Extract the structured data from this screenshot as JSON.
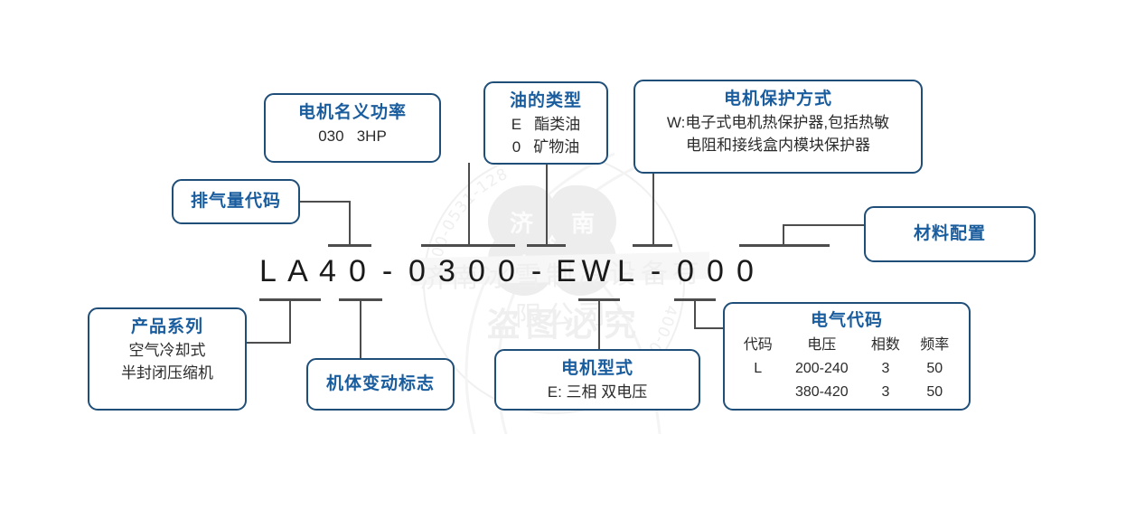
{
  "diagram": {
    "title_code": "LA40-0300-EWL-000",
    "model_chars": [
      "L",
      "A",
      "4",
      "0",
      "-",
      "0",
      "3",
      "0",
      "0",
      "-",
      "E",
      "W",
      "L",
      "-",
      "0",
      "0",
      "0"
    ],
    "accent_border": "#1F4E79",
    "accent_title": "#1a5d9e",
    "line_color": "#4d4d4d"
  },
  "boxes": {
    "motor_power": {
      "title": "电机名义功率",
      "lines": [
        "030   3HP"
      ]
    },
    "oil_type": {
      "title": "油的类型",
      "lines": [
        "E   酯类油",
        "0   矿物油"
      ]
    },
    "motor_protection": {
      "title": "电机保护方式",
      "lines": [
        "W:电子式电机热保护器,包括热敏",
        "电阻和接线盒内模块保护器"
      ]
    },
    "displacement_code": {
      "title": "排气量代码",
      "lines": []
    },
    "material_config": {
      "title": "材料配置",
      "lines": []
    },
    "product_series": {
      "title": "产品系列",
      "lines": [
        "空气冷却式",
        "半封闭压缩机"
      ]
    },
    "body_change_mark": {
      "title": "机体变动标志",
      "lines": []
    },
    "motor_type": {
      "title": "电机型式",
      "lines": [
        "E: 三相 双电压"
      ]
    },
    "electrical_code": {
      "title": "电气代码",
      "headers": [
        "代码",
        "电压",
        "相数",
        "频率"
      ],
      "rows": [
        [
          "L",
          "200-240",
          "3",
          "50"
        ],
        [
          "",
          "380-420",
          "3",
          "50"
        ]
      ]
    }
  },
  "watermark": {
    "arc_left": "400-0531-128",
    "arc_right": "400-0531-128",
    "petal_glyphs": [
      "济",
      "南",
      "冰",
      "雪"
    ],
    "company": "济南冰雪制冷设备有限公司",
    "slogan": "盗图必究"
  }
}
